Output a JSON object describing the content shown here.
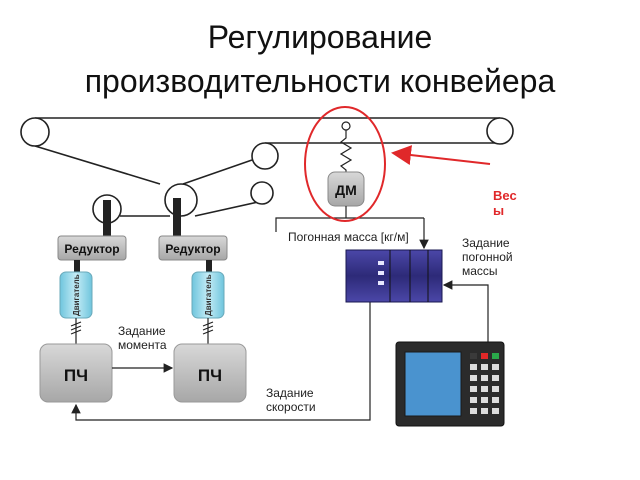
{
  "slide": {
    "title_line1": "Регулирование",
    "title_line2": "производительности конвейера"
  },
  "diagram": {
    "gearbox1_label": "Редуктор",
    "gearbox2_label": "Редуктор",
    "motor1_label": "Двигатель",
    "motor2_label": "Двигатель",
    "vfd1_label": "ПЧ",
    "vfd2_label": "ПЧ",
    "sensor_label": "ДМ",
    "scales_label_line1": "Вес",
    "scales_label_line2": "ы",
    "linear_mass_label": "Погонная масса [кг/м]",
    "mass_setpoint_line1": "Задание",
    "mass_setpoint_line2": "погонной",
    "mass_setpoint_line3": "массы",
    "torque_setpoint_line1": "Задание",
    "torque_setpoint_line2": "момента",
    "speed_setpoint_line1": "Задание",
    "speed_setpoint_line2": "скорости"
  },
  "colors": {
    "highlight": "#e0282a",
    "plc_body": "#2d2a78",
    "hmi_screen": "#4a93cf",
    "motor": "#8fd4e6"
  }
}
